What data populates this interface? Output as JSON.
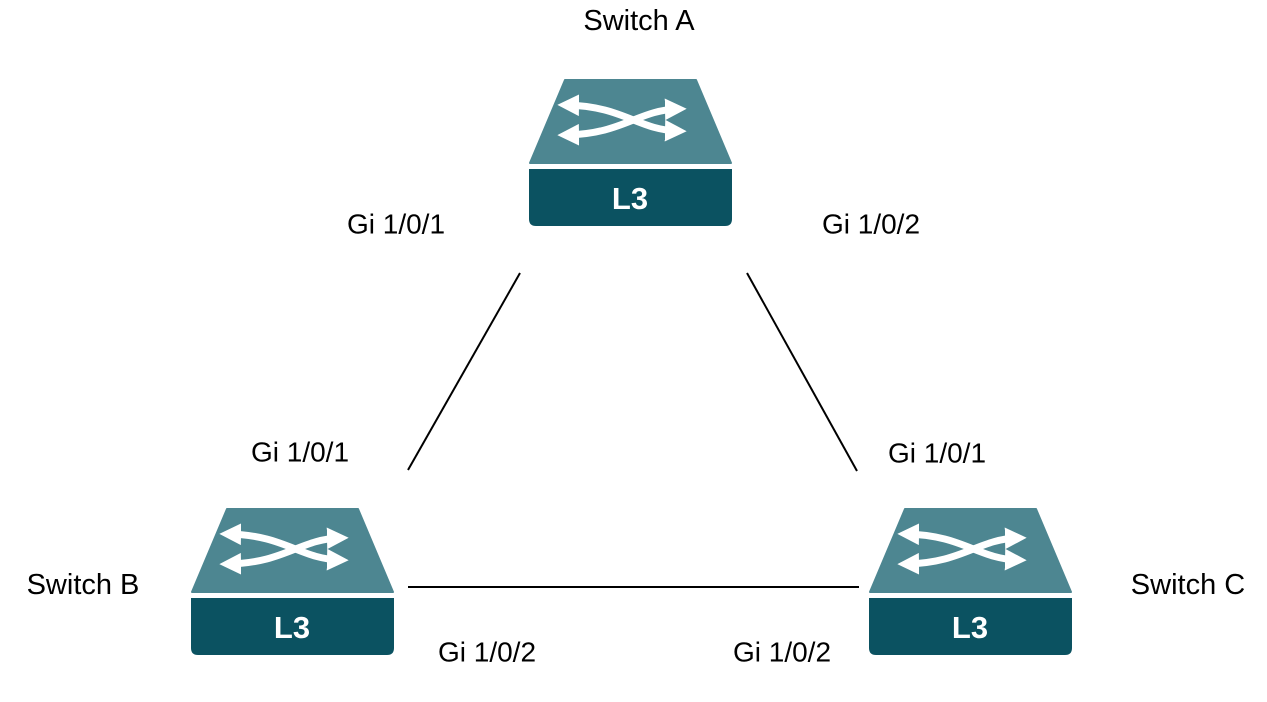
{
  "diagram": {
    "background": "#ffffff",
    "colors": {
      "switch_top_face": "#4D8691",
      "switch_base": "#0B5261",
      "arrow_glyph": "#FFFFFF",
      "link_line": "#000000",
      "label_text": "#000000"
    },
    "nodes": {
      "switch_a": {
        "label": "Switch A",
        "badge": "L3"
      },
      "switch_b": {
        "label": "Switch B",
        "badge": "L3"
      },
      "switch_c": {
        "label": "Switch C",
        "badge": "L3"
      }
    },
    "port_labels": {
      "a_to_b": "Gi 1/0/1",
      "a_to_c": "Gi 1/0/2",
      "b_to_a": "Gi 1/0/1",
      "b_to_c": "Gi 1/0/2",
      "c_to_a": "Gi 1/0/1",
      "c_to_b": "Gi 1/0/2"
    },
    "links": [
      {
        "from": "Switch A",
        "from_port": "Gi 1/0/1",
        "to": "Switch B",
        "to_port": "Gi 1/0/1"
      },
      {
        "from": "Switch A",
        "from_port": "Gi 1/0/2",
        "to": "Switch C",
        "to_port": "Gi 1/0/1"
      },
      {
        "from": "Switch B",
        "from_port": "Gi 1/0/2",
        "to": "Switch C",
        "to_port": "Gi 1/0/2"
      }
    ]
  }
}
